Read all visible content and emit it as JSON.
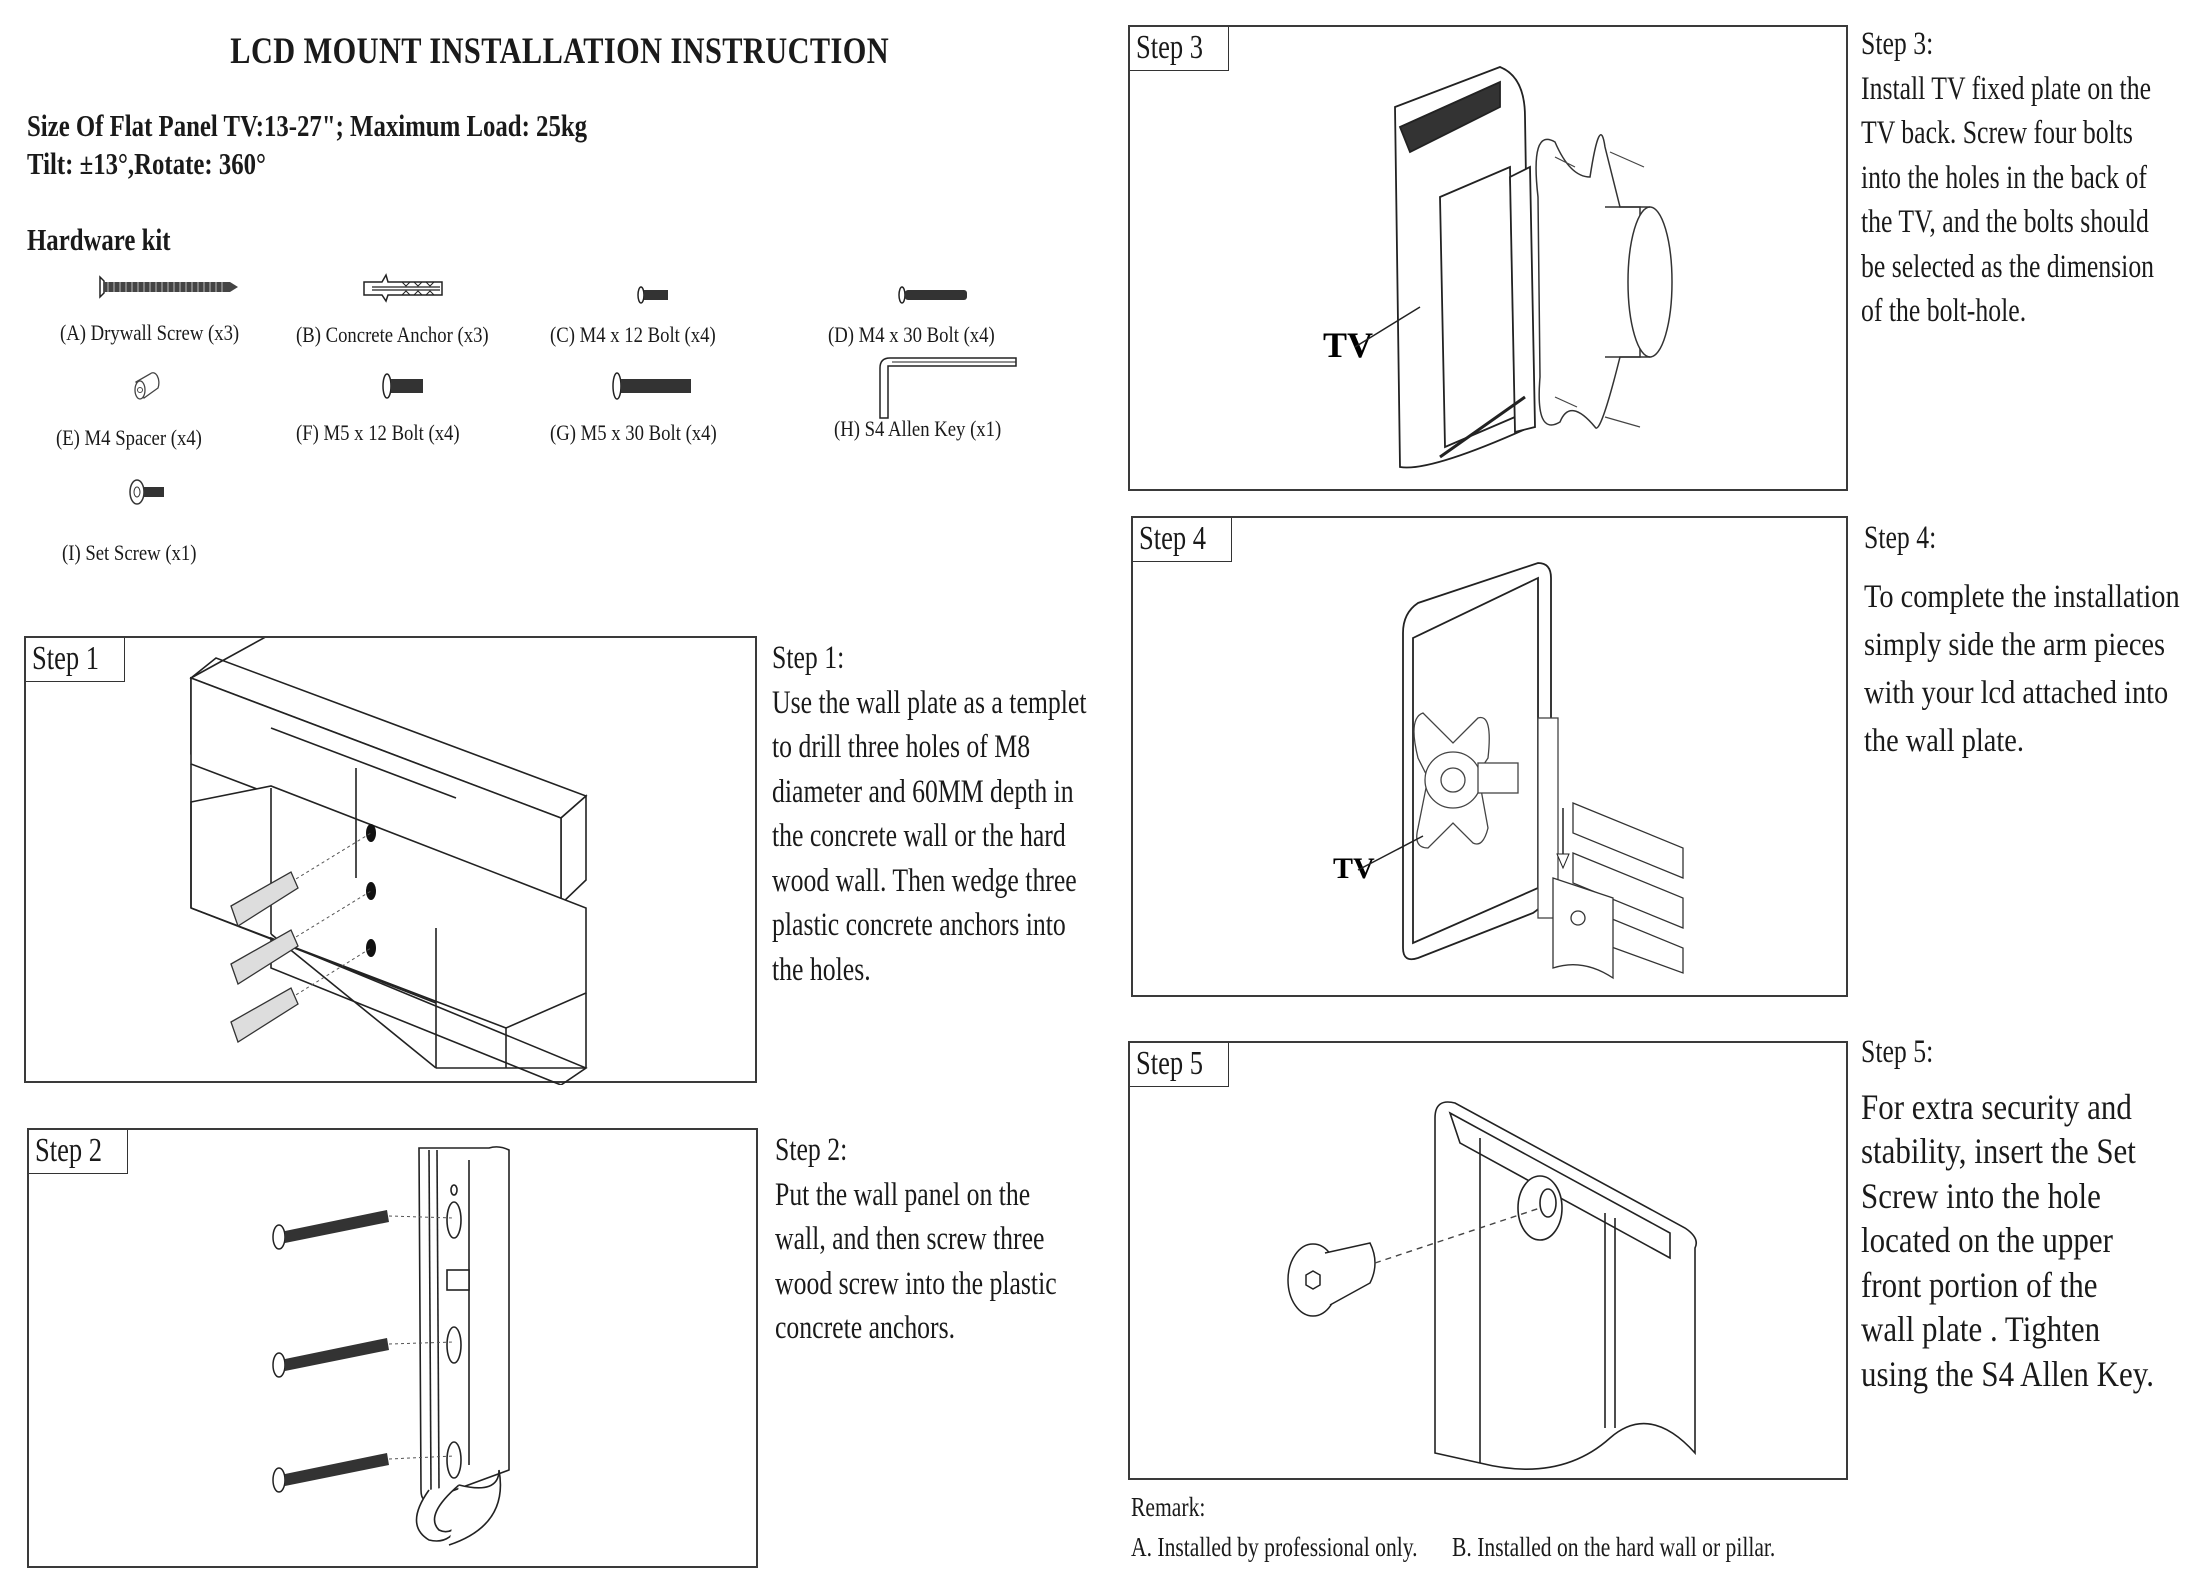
{
  "document": {
    "title": "LCD MOUNT INSTALLATION INSTRUCTION",
    "specs": [
      "Size Of Flat Panel TV:13-27\"; Maximum Load: 25kg",
      "Tilt: ±13°,Rotate: 360°"
    ]
  },
  "hardware_kit": {
    "title": "Hardware kit",
    "items": [
      {
        "letter": "A",
        "label": "(A)  Drywall  Screw  (x3)",
        "icon": "drywall-screw-icon"
      },
      {
        "letter": "B",
        "label": "(B)  Concrete  Anchor  (x3)",
        "icon": "concrete-anchor-icon"
      },
      {
        "letter": "C",
        "label": "(C)  M4  x  12  Bolt  (x4)",
        "icon": "m4-12-bolt-icon"
      },
      {
        "letter": "D",
        "label": "(D)  M4  x  30  Bolt  (x4)",
        "icon": "m4-30-bolt-icon"
      },
      {
        "letter": "E",
        "label": "(E)  M4  Spacer  (x4)",
        "icon": "spacer-icon"
      },
      {
        "letter": "F",
        "label": "(F)  M5  x  12 Bolt  (x4)",
        "icon": "m5-12-bolt-icon"
      },
      {
        "letter": "G",
        "label": "(G)  M5  x  30  Bolt  (x4)",
        "icon": "m5-30-bolt-icon"
      },
      {
        "letter": "H",
        "label": "(H)  S4  Allen  Key  (x1)",
        "icon": "allen-key-icon"
      },
      {
        "letter": "I",
        "label": "(I)  Set  Screw  (x1)",
        "icon": "set-screw-icon"
      }
    ]
  },
  "steps": [
    {
      "tag": "Step 1",
      "heading": "Step 1:",
      "lines": [
        "Use the wall plate as a templet",
        "to drill three holes of  M8",
        "diameter and 60MM depth in",
        "the  concrete wall or the hard",
        "wood  wall. Then wedge three",
        "plastic concrete anchors into",
        "the holes."
      ]
    },
    {
      "tag": "Step 2",
      "heading": "Step 2:",
      "lines": [
        "Put the  wall  panel  on the",
        "wall, and then screw  three",
        "wood screw into the plastic",
        "concrete anchors."
      ]
    },
    {
      "tag": "Step 3",
      "heading": "Step 3:",
      "figure_label": "TV",
      "lines": [
        "Install TV fixed plate on the",
        "TV back. Screw four bolts",
        "into the holes in the back of",
        "the TV, and the bolts should",
        "be selected as the dimension",
        "of the bolt-hole."
      ]
    },
    {
      "tag": "Step 4",
      "heading": "Step 4:",
      "figure_label": "TV",
      "lines": [
        "To complete the installation",
        "simply side the arm pieces",
        "with your lcd attached into",
        "the wall plate."
      ]
    },
    {
      "tag": "Step 5",
      "heading": "Step 5:",
      "lines": [
        "For extra security and",
        "stability, insert the Set",
        "Screw into the hole",
        "located on the upper",
        "front portion of the",
        "wall plate . Tighten",
        "using the S4 Allen Key."
      ]
    }
  ],
  "remark": {
    "title": "Remark:",
    "items": [
      "A.   Installed by professional only.",
      "B.   Installed on the hard wall or pillar."
    ]
  }
}
